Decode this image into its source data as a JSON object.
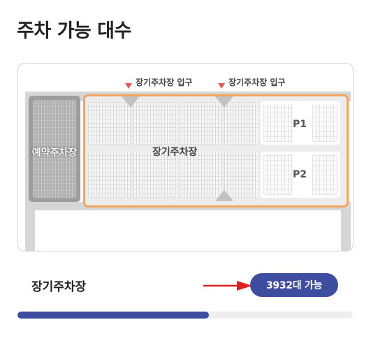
{
  "page": {
    "title": "주차 가능 대수"
  },
  "map": {
    "gates": [
      {
        "label": "장기주차장 입구"
      },
      {
        "label": "장기주차장 입구"
      }
    ],
    "reserve_lot_label": "예약주차장",
    "long_term_lot_label": "장기주차장",
    "zones": [
      "P1",
      "P2"
    ],
    "highlight_color": "#f2a55e",
    "gate_marker_color": "#e85a5a"
  },
  "availability": {
    "section_label": "장기주차장",
    "count_text": "3932대 가능",
    "progress": 0.57,
    "accent_color": "#3e4d9f",
    "arrow_color": "#e02020"
  }
}
